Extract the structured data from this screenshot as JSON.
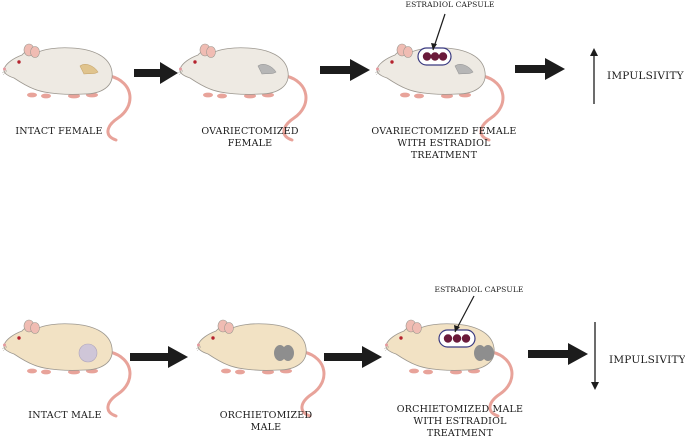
{
  "top_row": {
    "stage1_label": "INTACT FEMALE",
    "stage2_line1": "OVARIECTOMIZED",
    "stage2_line2": "FEMALE",
    "stage3_line1": "OVARIECTOMIZED FEMALE",
    "stage3_line2": "WITH ESTRADIOL",
    "stage3_line3": "TREATMENT",
    "capsule_label": "ESTRADIOL CAPSULE",
    "outcome_label": "IMPULSIVITY",
    "outcome_direction": "up",
    "rat_color": "#eeeae3"
  },
  "bottom_row": {
    "stage1_label": "INTACT MALE",
    "stage2_line1": "ORCHIETOMIZED",
    "stage2_line2": "MALE",
    "stage3_line1": "ORCHIETOMIZED MALE",
    "stage3_line2": "WITH ESTRADIOL",
    "stage3_line3": "TREATMENT",
    "capsule_label": "ESTRADIOL CAPSULE",
    "outcome_label": "IMPULSIVITY",
    "outcome_direction": "down",
    "rat_color": "#f2e2c4"
  },
  "colors": {
    "arrow": "#1c1c1c",
    "tail": "#e8a39a",
    "capsule": "#6a1a3a",
    "testis_intact": "#cfc6d8",
    "testis_removed": "#8e8e8e",
    "ovary_intact": "#e0c48e",
    "ovary_removed": "#b6b6b6"
  }
}
